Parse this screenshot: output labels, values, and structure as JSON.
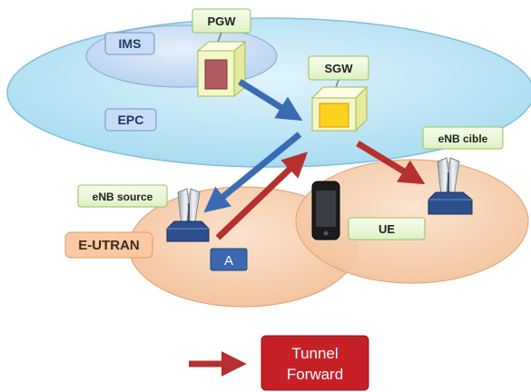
{
  "diagram": {
    "zones": {
      "ims": "IMS",
      "epc": "EPC",
      "eutran": "E-UTRAN"
    },
    "nodes": {
      "pgw": "PGW",
      "sgw": "SGW",
      "enb_source": "eNB source",
      "enb_cible": "eNB cible",
      "ue": "UE",
      "a_marker": "A"
    },
    "legend": {
      "line1": "Tunnel",
      "line2": "Forward"
    },
    "colors": {
      "epc_cloud": "#bfe6f5",
      "ims_cloud": "#cfe2f7",
      "eutran_cell": "#f7cba6",
      "label_box": "#ebf7d6",
      "blue_arrow": "#3a6cb4",
      "red_arrow": "#b5302f",
      "legend_box": "#c62027",
      "gateway_cube": "#f4f8c8",
      "pgw_core": "#b05a62",
      "sgw_core": "#ffd21e",
      "a_box": "#3d68b0"
    }
  }
}
